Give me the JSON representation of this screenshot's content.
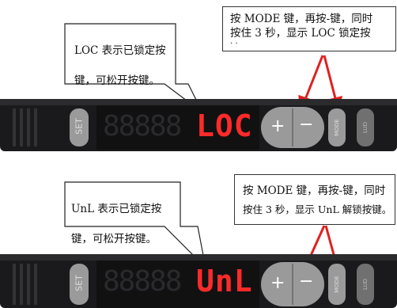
{
  "panels": [
    {
      "callout_left": [
        "LOC 表示已锁定按",
        "键，可松开按键。"
      ],
      "note_right": [
        "按 MODE 键，再按-键，同时",
        "按住 3 秒，显示 LOC 锁定按",
        ". ."
      ],
      "display": {
        "code": "LOC",
        "hidden_digits": "88888"
      },
      "buttons": {
        "set": "SET",
        "plus": "+",
        "minus": "−",
        "mode": "MODE",
        "third": "LUD"
      }
    },
    {
      "callout_left": [
        "UnL 表示已锁定按",
        "键，可松开按键。"
      ],
      "note_right": [
        "按 MODE 键，再按-键，同时",
        "按住 3 秒，显示 UnL 解锁按键。"
      ],
      "display": {
        "code": "UnL",
        "hidden_digits": "88888"
      },
      "buttons": {
        "set": "SET",
        "plus": "+",
        "minus": "−",
        "mode": "MODE",
        "third": "LUD"
      }
    }
  ],
  "colors": {
    "arrow": "#e02020",
    "led_on": "#ff2a2a",
    "led_off": "#2a2a2e",
    "body": "#1a1a1c",
    "button": "#9a9a9a"
  }
}
